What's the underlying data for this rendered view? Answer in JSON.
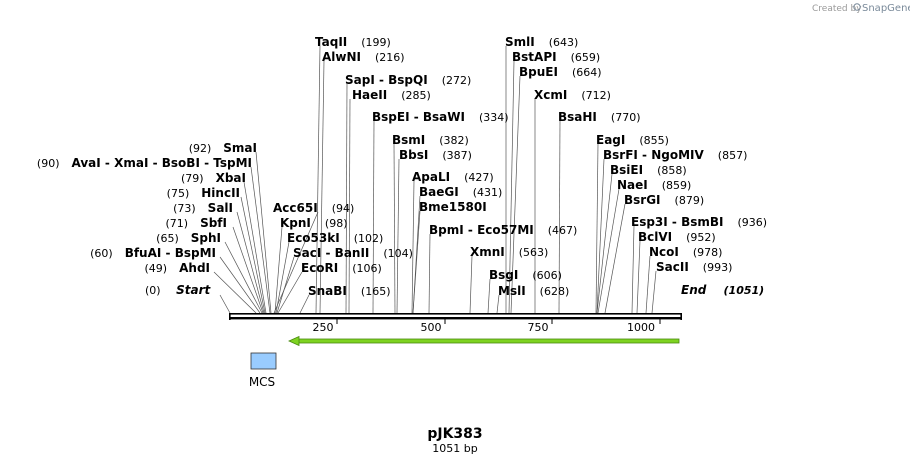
{
  "credit": {
    "created_by": "Created by",
    "brand": "SnapGene"
  },
  "plasmid": {
    "name": "pJK383",
    "length_label": "1051 bp"
  },
  "end_labels": [
    {
      "text": "(0)",
      "name": "Start"
    },
    {
      "text": "End",
      "pos": "(1051)"
    }
  ],
  "ruler": {
    "ticks": [
      "250",
      "500",
      "750",
      "1000"
    ]
  },
  "features": {
    "mcs_label": "MCS"
  },
  "sites": [
    {
      "names": [
        {
          "n": "TaqII"
        }
      ],
      "pos": "(199)"
    },
    {
      "names": [
        {
          "n": "AlwNI"
        }
      ],
      "pos": "(216)"
    },
    {
      "names": [
        {
          "n": "SapI"
        },
        {
          "sep": " - ",
          "n": "BspQI"
        }
      ],
      "pos": "(272)"
    },
    {
      "names": [
        {
          "n": "HaeII"
        }
      ],
      "pos": "(285)"
    },
    {
      "names": [
        {
          "n": "BspEI"
        },
        {
          "sep": " - ",
          "n": "BsaWI"
        }
      ],
      "pos": "(334)"
    },
    {
      "names": [
        {
          "n": "BsmI"
        }
      ],
      "pos": "(382)"
    },
    {
      "names": [
        {
          "n": "BbsI"
        }
      ],
      "pos": "(387)"
    },
    {
      "names": [
        {
          "n": "ApaLI"
        }
      ],
      "pos": "(427)"
    },
    {
      "names": [
        {
          "n": "BaeGI"
        }
      ],
      "pos": "(431)"
    },
    {
      "names": [
        {
          "n": "Bme1580I"
        }
      ],
      "pos": ""
    },
    {
      "names": [
        {
          "n": "BpmI"
        },
        {
          "sep": " - ",
          "n": "Eco57MI"
        }
      ],
      "pos": "(467)"
    },
    {
      "names": [
        {
          "n": "Acc65I"
        }
      ],
      "pos": "(94)"
    },
    {
      "names": [
        {
          "n": "KpnI"
        }
      ],
      "pos": "(98)"
    },
    {
      "names": [
        {
          "n": "Eco53kI"
        }
      ],
      "pos": "(102)"
    },
    {
      "names": [
        {
          "n": "SacI"
        },
        {
          "sep": " - ",
          "n": "BanII"
        }
      ],
      "pos": "(104)"
    },
    {
      "names": [
        {
          "n": "EcoRI"
        }
      ],
      "pos": "(106)"
    },
    {
      "names": [
        {
          "n": "SnaBI"
        }
      ],
      "pos": "(165)"
    },
    {
      "names": [
        {
          "n": "SmaI"
        }
      ],
      "pos": "(92)"
    },
    {
      "names": [
        {
          "n": "AvaI"
        },
        {
          "sep": " - ",
          "n": "XmaI"
        },
        {
          "sep": " - ",
          "n": "BsoBI"
        },
        {
          "sep": " - ",
          "n": "TspMI"
        }
      ],
      "pos": "(90)"
    },
    {
      "names": [
        {
          "n": "XbaI"
        }
      ],
      "pos": "(79)"
    },
    {
      "names": [
        {
          "n": "HincII"
        }
      ],
      "pos": "(75)"
    },
    {
      "names": [
        {
          "n": "SalI"
        }
      ],
      "pos": "(73)"
    },
    {
      "names": [
        {
          "n": "SbfI"
        }
      ],
      "pos": "(71)"
    },
    {
      "names": [
        {
          "n": "SphI"
        }
      ],
      "pos": "(65)"
    },
    {
      "names": [
        {
          "n": "BfuAI"
        },
        {
          "sep": " - ",
          "n": "BspMI"
        }
      ],
      "pos": "(60)"
    },
    {
      "names": [
        {
          "n": "AhdI"
        }
      ],
      "pos": "(49)"
    },
    {
      "names": [
        {
          "n": "SmlI"
        }
      ],
      "pos": "(643)"
    },
    {
      "names": [
        {
          "n": "BstAPI"
        }
      ],
      "pos": "(659)"
    },
    {
      "names": [
        {
          "n": "BpuEI"
        }
      ],
      "pos": "(664)"
    },
    {
      "names": [
        {
          "n": "XcmI"
        }
      ],
      "pos": "(712)"
    },
    {
      "names": [
        {
          "n": "BsaHI"
        }
      ],
      "pos": "(770)"
    },
    {
      "names": [
        {
          "n": "XmnI"
        }
      ],
      "pos": "(563)"
    },
    {
      "names": [
        {
          "n": "BsgI"
        }
      ],
      "pos": "(606)"
    },
    {
      "names": [
        {
          "n": "MslI"
        }
      ],
      "pos": "(628)"
    },
    {
      "names": [
        {
          "n": "EagI"
        }
      ],
      "pos": "(855)"
    },
    {
      "names": [
        {
          "n": "BsrFI"
        },
        {
          "sep": " - ",
          "n": "NgoMIV"
        }
      ],
      "pos": "(857)"
    },
    {
      "names": [
        {
          "n": "BsiEI"
        }
      ],
      "pos": "(858)"
    },
    {
      "names": [
        {
          "n": "NaeI"
        }
      ],
      "pos": "(859)"
    },
    {
      "names": [
        {
          "n": "BsrGI"
        }
      ],
      "pos": "(879)"
    },
    {
      "names": [
        {
          "n": "Esp3I"
        },
        {
          "sep": " - ",
          "n": "BsmBI"
        }
      ],
      "pos": "(936)"
    },
    {
      "names": [
        {
          "n": "BclVI"
        }
      ],
      "pos": "(952)"
    },
    {
      "names": [
        {
          "n": "NcoI"
        }
      ],
      "pos": "(978)"
    },
    {
      "names": [
        {
          "n": "SacII"
        }
      ],
      "pos": "(993)"
    }
  ],
  "colors": {
    "backbone": "#000000",
    "orf_arrow": "#7ed321",
    "orf_outline": "#4a8a10",
    "mcs_fill": "#99ccff",
    "mcs_stroke": "#333333"
  }
}
